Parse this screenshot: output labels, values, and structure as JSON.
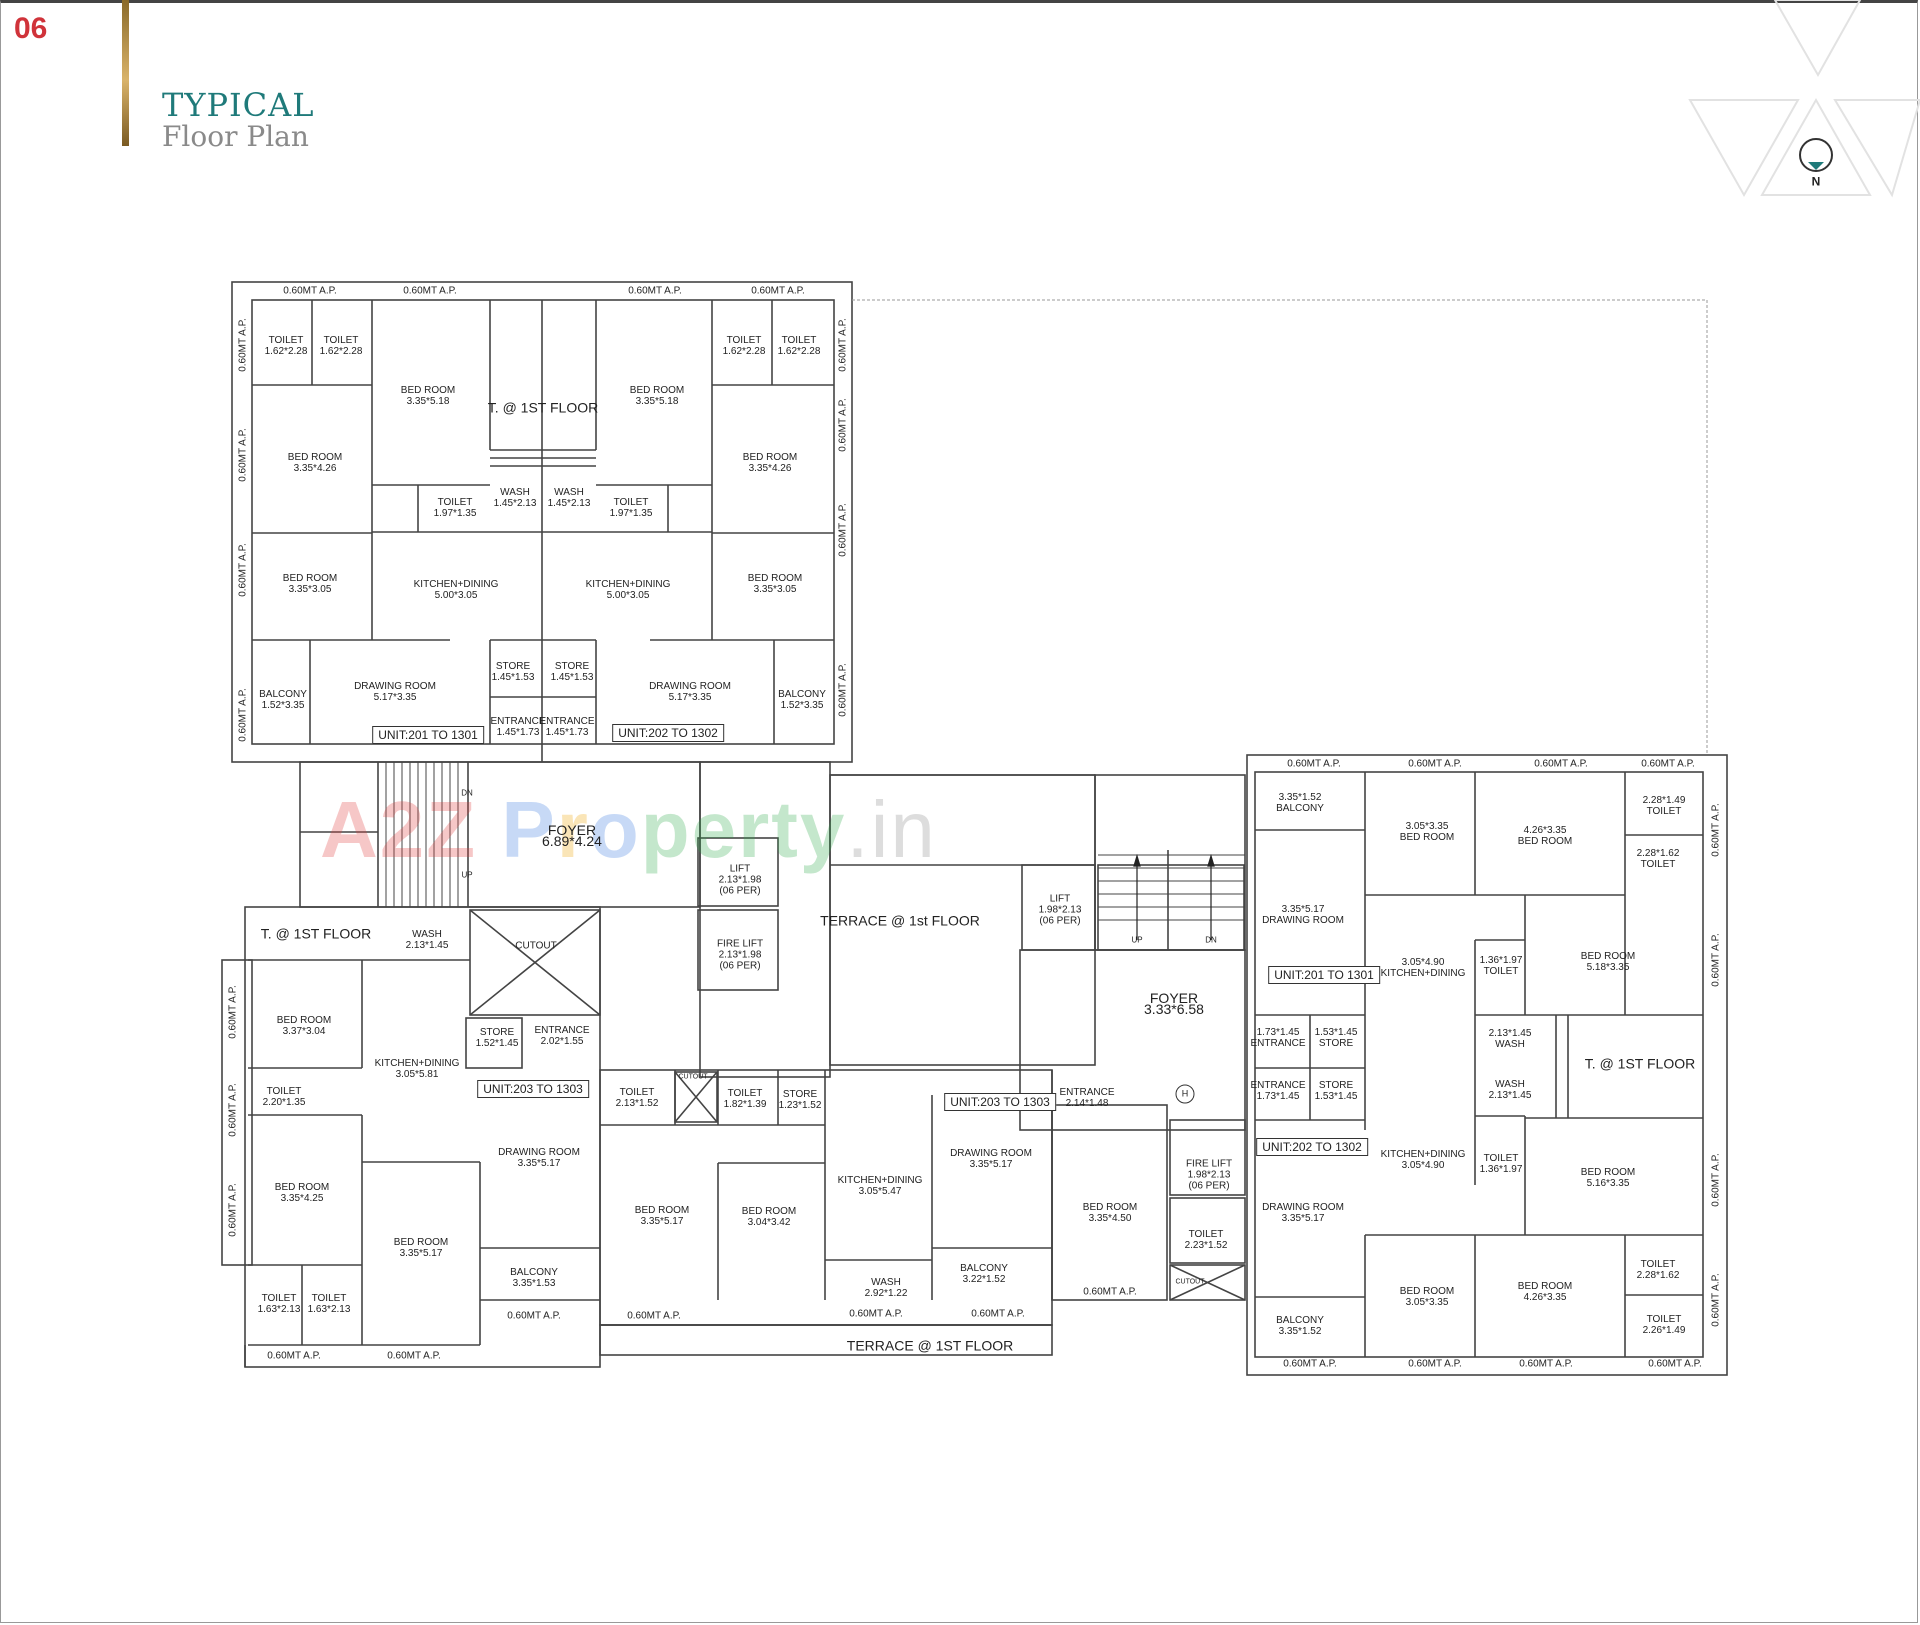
{
  "header": {
    "page_number": "06",
    "title_line1": "TYPICAL",
    "title_line2": "Floor Plan",
    "compass_label": "N",
    "colors": {
      "page_number": "#d0333a",
      "title": "#1f7a7a",
      "subtitle": "#8a8a8a",
      "gold_bar": "#c9a35a"
    }
  },
  "watermark": {
    "text": "A2Zproperty.in"
  },
  "top_block": {
    "setback_labels": [
      "0.60MT A.P.",
      "0.60MT A.P.",
      "0.60MT A.P.",
      "0.60MT A.P."
    ],
    "side_setback_label": "0.60MT A.P.",
    "terrace": "T. @ 1ST FLOOR",
    "unit_201": {
      "label": "UNIT:201 TO 1301",
      "rooms": [
        {
          "name": "TOILET",
          "size": "1.62*2.28"
        },
        {
          "name": "TOILET",
          "size": "1.62*2.28"
        },
        {
          "name": "BED ROOM",
          "size": "3.35*5.18"
        },
        {
          "name": "BED ROOM",
          "size": "3.35*4.26"
        },
        {
          "name": "TOILET",
          "size": "1.97*1.35"
        },
        {
          "name": "WASH",
          "size": "1.45*2.13"
        },
        {
          "name": "BED ROOM",
          "size": "3.35*3.05"
        },
        {
          "name": "KITCHEN+DINING",
          "size": "5.00*3.05"
        },
        {
          "name": "STORE",
          "size": "1.45*1.53"
        },
        {
          "name": "BALCONY",
          "size": "1.52*3.35"
        },
        {
          "name": "DRAWING ROOM",
          "size": "5.17*3.35"
        },
        {
          "name": "ENTRANCE",
          "size": "1.45*1.73"
        }
      ]
    },
    "unit_202": {
      "label": "UNIT:202 TO 1302",
      "rooms": [
        {
          "name": "BED ROOM",
          "size": "3.35*5.18"
        },
        {
          "name": "TOILET",
          "size": "1.62*2.28"
        },
        {
          "name": "TOILET",
          "size": "1.62*2.28"
        },
        {
          "name": "BED ROOM",
          "size": "3.35*4.26"
        },
        {
          "name": "WASH",
          "size": "1.45*2.13"
        },
        {
          "name": "TOILET",
          "size": "1.97*1.35"
        },
        {
          "name": "KITCHEN+DINING",
          "size": "5.00*3.05"
        },
        {
          "name": "BED ROOM",
          "size": "3.35*3.05"
        },
        {
          "name": "STORE",
          "size": "1.45*1.53"
        },
        {
          "name": "DRAWING ROOM",
          "size": "5.17*3.35"
        },
        {
          "name": "BALCONY",
          "size": "1.52*3.35"
        },
        {
          "name": "ENTRANCE",
          "size": "1.45*1.73"
        }
      ]
    }
  },
  "core_left": {
    "foyer": {
      "name": "FOYER",
      "size": "6.89*4.24"
    },
    "stair_dn": "DN",
    "stair_up": "UP",
    "lift": {
      "name": "LIFT",
      "size": "2.13*1.98",
      "capacity": "(06 PER)"
    },
    "fire_lift": {
      "name": "FIRE LIFT",
      "size": "2.13*1.98",
      "capacity": "(06 PER)"
    },
    "cutout": "CUTOUT",
    "terrace": "T. @ 1ST FLOOR",
    "wash": {
      "name": "WASH",
      "size": "2.13*1.45"
    }
  },
  "center": {
    "terrace_mid": "TERRACE @ 1st FLOOR",
    "terrace_bottom": "TERRACE @ 1ST FLOOR"
  },
  "core_right": {
    "lift": {
      "name": "LIFT",
      "size": "1.98*2.13",
      "capacity": "(06 PER)"
    },
    "stair_up": "UP",
    "stair_dn": "DN",
    "foyer": {
      "name": "FOYER",
      "size": "3.33*6.58"
    },
    "hydrant": "H",
    "fire_lift": {
      "name": "FIRE LIFT",
      "size": "1.98*2.13",
      "capacity": "(06 PER)"
    },
    "toilet": {
      "name": "TOILET",
      "size": "2.23*1.52"
    },
    "cutout": "CUTOUT"
  },
  "bottom_left_unit": {
    "label": "UNIT:203 TO 1303",
    "rooms": [
      {
        "name": "BED ROOM",
        "size": "3.37*3.04"
      },
      {
        "name": "KITCHEN+DINING",
        "size": "3.05*5.81"
      },
      {
        "name": "STORE",
        "size": "1.52*1.45"
      },
      {
        "name": "ENTRANCE",
        "size": "2.02*1.55"
      },
      {
        "name": "TOILET",
        "size": "2.20*1.35"
      },
      {
        "name": "BED ROOM",
        "size": "3.35*4.25"
      },
      {
        "name": "DRAWING ROOM",
        "size": "3.35*5.17"
      },
      {
        "name": "BED ROOM",
        "size": "3.35*5.17"
      },
      {
        "name": "BALCONY",
        "size": "3.35*1.53"
      },
      {
        "name": "TOILET",
        "size": "1.63*2.13"
      },
      {
        "name": "TOILET",
        "size": "1.63*2.13"
      }
    ],
    "setbacks": [
      "0.60MT A.P.",
      "0.60MT A.P.",
      "0.60MT A.P."
    ]
  },
  "bottom_center_unit": {
    "label": "UNIT:203 TO 1303",
    "rooms": [
      {
        "name": "TOILET",
        "size": "2.13*1.52"
      },
      {
        "name": "CUTOUT",
        "size": ""
      },
      {
        "name": "TOILET",
        "size": "1.82*1.39"
      },
      {
        "name": "STORE",
        "size": "1.23*1.52"
      },
      {
        "name": "BED ROOM",
        "size": "3.35*5.17"
      },
      {
        "name": "BED ROOM",
        "size": "3.04*3.42"
      },
      {
        "name": "KITCHEN+DINING",
        "size": "3.05*5.47"
      },
      {
        "name": "DRAWING ROOM",
        "size": "3.35*5.17"
      },
      {
        "name": "ENTRANCE",
        "size": "2.14*1.48"
      },
      {
        "name": "BED ROOM",
        "size": "3.35*4.50"
      },
      {
        "name": "WASH",
        "size": "2.92*1.22"
      },
      {
        "name": "BALCONY",
        "size": "3.22*1.52"
      }
    ],
    "setbacks": [
      "0.60MT A.P.",
      "0.60MT A.P.",
      "0.60MT A.P.",
      "0.60MT A.P."
    ]
  },
  "right_top_unit": {
    "label": "UNIT:201 TO 1301",
    "rooms": [
      {
        "name": "BALCONY",
        "size": "3.35*1.52"
      },
      {
        "name": "BED ROOM",
        "size": "3.05*3.35"
      },
      {
        "name": "BED ROOM",
        "size": "4.26*3.35"
      },
      {
        "name": "TOILET",
        "size": "2.28*1.49"
      },
      {
        "name": "TOILET",
        "size": "2.28*1.62"
      },
      {
        "name": "DRAWING ROOM",
        "size": "3.35*5.17"
      },
      {
        "name": "KITCHEN+DINING",
        "size": "3.05*4.90"
      },
      {
        "name": "TOILET",
        "size": "1.36*1.97"
      },
      {
        "name": "BED ROOM",
        "size": "5.18*3.35"
      },
      {
        "name": "ENTRANCE",
        "size": "1.73*1.45"
      },
      {
        "name": "STORE",
        "size": "1.53*1.45"
      },
      {
        "name": "WASH",
        "size": "2.13*1.45"
      }
    ],
    "setbacks": [
      "0.60MT A.P.",
      "0.60MT A.P.",
      "0.60MT A.P.",
      "0.60MT A.P."
    ]
  },
  "right_bottom_unit": {
    "label": "UNIT:202 TO 1302",
    "terrace": "T. @ 1ST FLOOR",
    "rooms": [
      {
        "name": "ENTRANCE",
        "size": "1.73*1.45"
      },
      {
        "name": "STORE",
        "size": "1.53*1.45"
      },
      {
        "name": "WASH",
        "size": "2.13*1.45"
      },
      {
        "name": "KITCHEN+DINING",
        "size": "3.05*4.90"
      },
      {
        "name": "TOILET",
        "size": "1.36*1.97"
      },
      {
        "name": "BED ROOM",
        "size": "5.16*3.35"
      },
      {
        "name": "DRAWING ROOM",
        "size": "3.35*5.17"
      },
      {
        "name": "BED ROOM",
        "size": "3.05*3.35"
      },
      {
        "name": "BED ROOM",
        "size": "4.26*3.35"
      },
      {
        "name": "TOILET",
        "size": "2.28*1.62"
      },
      {
        "name": "TOILET",
        "size": "2.26*1.49"
      },
      {
        "name": "BALCONY",
        "size": "3.35*1.52"
      }
    ],
    "setbacks": [
      "0.60MT A.P.",
      "0.60MT A.P.",
      "0.60MT A.P.",
      "0.60MT A.P."
    ]
  }
}
